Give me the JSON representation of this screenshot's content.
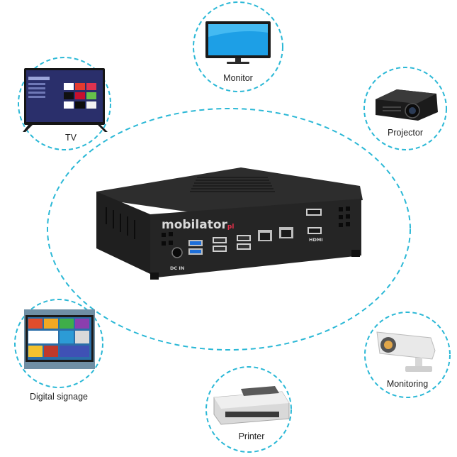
{
  "center_device": {
    "brand_logo": "mobilator",
    "brand_suffix": "pl",
    "port_label_dc": "DC IN",
    "port_label_hdmi": "HDMI"
  },
  "devices": {
    "monitor": "Monitor",
    "projector": "Projector",
    "tv": "TV",
    "digital_signage": "Digital signage",
    "monitoring": "Monitoring",
    "printer": "Printer"
  },
  "colors": {
    "dashed_ring": "#2bb8d6",
    "device_body": "#1c1c1c",
    "logo_accent": "#e0304a"
  }
}
